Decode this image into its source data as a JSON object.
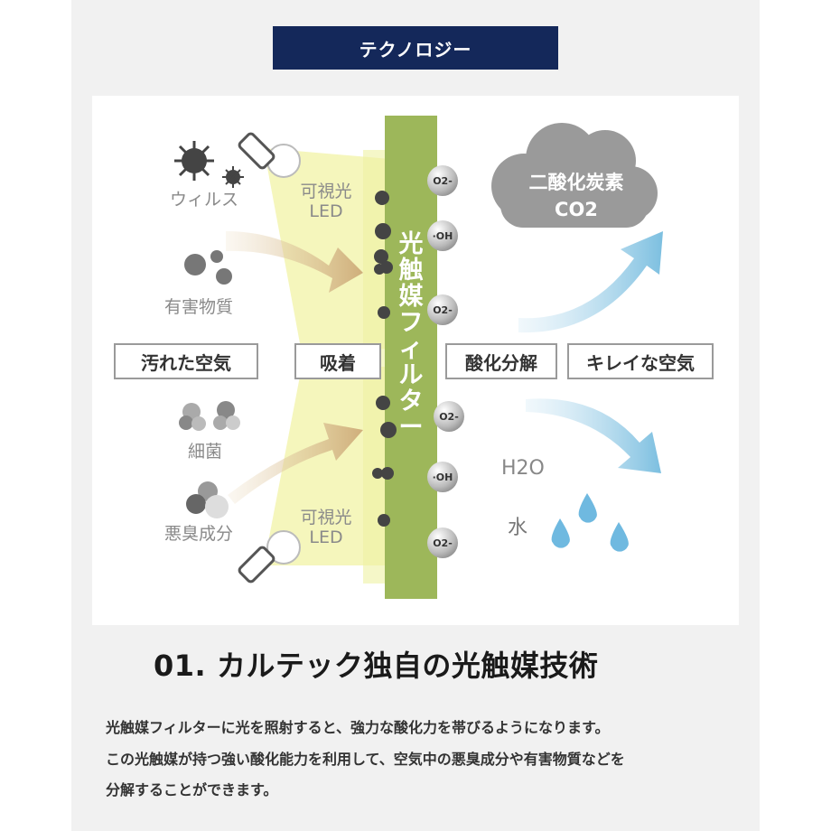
{
  "section_badge": "テクノロジー",
  "diagram": {
    "left_items": [
      "ウィルス",
      "有害物質",
      "細菌",
      "悪臭成分"
    ],
    "light_label_top": [
      "可視光",
      "LED"
    ],
    "light_label_bottom": [
      "可視光",
      "LED"
    ],
    "filter_title": [
      "光",
      "触",
      "媒",
      "フ",
      "ィ",
      "ル",
      "タ",
      "ー"
    ],
    "stage_labels": {
      "dirty_air": "汚れた空気",
      "adsorption": "吸着",
      "oxidation": "酸化分解",
      "clean_air": "キレイな空気"
    },
    "radicals": [
      "O2-",
      "·OH",
      "O2-",
      "O2-",
      "·OH",
      "O2-"
    ],
    "cloud": {
      "line1": "二酸化炭素",
      "line2": "CO2"
    },
    "water": {
      "formula": "H2O",
      "label": "水"
    },
    "colors": {
      "filter_green": "#9db75a",
      "light_yellow": "#f4f6b8",
      "arrow_tan": "#d9c29a",
      "arrow_blue": "#8cc6e3",
      "drop_blue": "#6fb9e0",
      "cloud_gray": "#9a9a9a",
      "badge_navy": "#14285a"
    },
    "icons": [
      "virus-icon",
      "led-lamp-icon",
      "particle-icon",
      "cloud-icon",
      "water-drop-icon",
      "radical-ball-icon"
    ]
  },
  "heading": "01. カルテック独自の光触媒技術",
  "paragraph": [
    "光触媒フィルターに光を照射すると、強力な酸化力を帯びるようになります。",
    "この光触媒が持つ強い酸化能力を利用して、空気中の悪臭成分や有害物質などを",
    "分解することができます。"
  ]
}
